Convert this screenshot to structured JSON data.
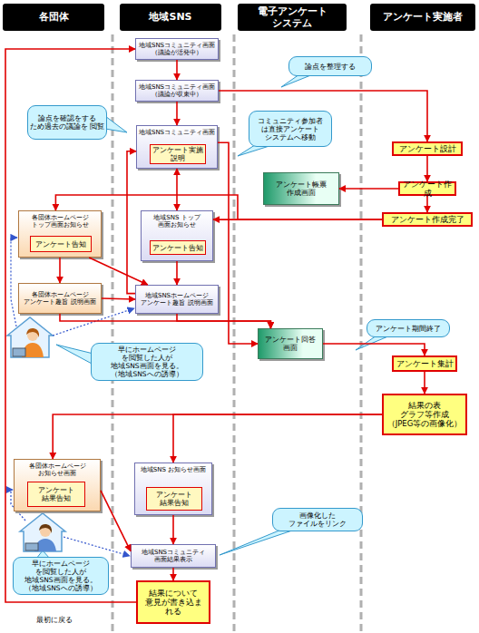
{
  "diagram": {
    "nodes": [
      {
        "text": [
          "各団体"
        ]
      },
      {
        "text": [
          "地域SNS"
        ]
      },
      {
        "text": [
          "電子アンケート システム"
        ]
      },
      {
        "text": [
          "アンケート実施者"
        ]
      },
      {
        "text": [
          "地域SNSコミュニティ画面 （議論が活発中）"
        ]
      },
      {
        "text": [
          "地域SNSコミュニティ画面 （議論が収束中）"
        ]
      },
      {
        "text": [
          "地域SNSコミュニティ画面"
        ]
      },
      {
        "text": [
          "アンケート実施 説明"
        ],
        "in": 6
      },
      {
        "text": [
          "アンケート設計"
        ]
      },
      {
        "text": [
          "アンケート帳票 作成画面"
        ]
      },
      {
        "text": [
          "アンケート作成"
        ]
      },
      {
        "text": [
          "アンケート作成完了"
        ]
      },
      {
        "text": [
          "各団体ホームページ トップ画面お知らせ"
        ]
      },
      {
        "text": [
          "アンケート告知"
        ],
        "in": 12
      },
      {
        "text": [
          "地域SNS トップ 画面お知らせ"
        ]
      },
      {
        "text": [
          "アンケート告知"
        ],
        "in": 14
      },
      {
        "text": [
          "各団体ホームページ アンケート趣旨 説明画面"
        ]
      },
      {
        "text": [
          "地域SNSホームページ アンケート趣旨 説明画面"
        ]
      },
      {
        "text": [
          "アンケート回答 画面"
        ]
      },
      {
        "text": [
          "アンケート集計"
        ]
      },
      {
        "text": [
          "結果の表 グラフ等作成 （JPEG等の画像化）"
        ]
      },
      {
        "text": [
          "各団体ホームページ お知らせ画面"
        ]
      },
      {
        "text": [
          "アンケート 結果告知"
        ],
        "in": 21
      },
      {
        "text": [
          "地域SNS お知らせ画面"
        ]
      },
      {
        "text": [
          "アンケート 結果告知"
        ],
        "in": 23
      },
      {
        "text": [
          "地域SNSコミュニティ 画面結果表示"
        ]
      },
      {
        "text": [
          "結果について 意見が書き込ま れる"
        ]
      },
      {
        "text": [
          "論点を整理する"
        ]
      },
      {
        "text": [
          "論点を確認をする ため過去の議論を 閲覧"
        ]
      },
      {
        "text": [
          "コミュニティ参加者 は直接アンケート システムへ移動"
        ]
      },
      {
        "text": [
          "アンケート期間終了"
        ]
      },
      {
        "text": [
          "早にホームページ を閲覧した人が 地域SNS画面を見る。 （地域SNSへの誘導）"
        ]
      },
      {
        "text": [
          "画像化した ファイルをリンク"
        ]
      },
      {
        "text": [
          "早にホームページ を閲覧した人が 地域SNS画面を見る。 （地域SNSへの誘導）"
        ]
      }
    ],
    "edges": [
      {
        "from": 4,
        "to": 5,
        "arrow": "to"
      },
      {
        "from": 5,
        "to": 8,
        "arrow": "to"
      },
      {
        "from": 5,
        "to": 6,
        "arrow": "to"
      },
      {
        "from": 17,
        "to": 6,
        "arrow": "to"
      },
      {
        "from": 6,
        "to": 14,
        "arrow": "both"
      },
      {
        "from": 6,
        "to": 18,
        "arrow": "to"
      },
      {
        "from": 8,
        "to": 10,
        "arrow": "to"
      },
      {
        "from": 10,
        "to": 9,
        "arrow": "to"
      },
      {
        "from": 10,
        "to": 11,
        "arrow": "to"
      },
      {
        "from": 11,
        "to": 12,
        "arrow": "to"
      },
      {
        "from": 11,
        "to": 14,
        "arrow": "to"
      },
      {
        "from": 12,
        "to": 16,
        "arrow": "to"
      },
      {
        "from": 12,
        "to": 17,
        "arrow": "to"
      },
      {
        "from": 14,
        "to": 17,
        "arrow": "to"
      },
      {
        "from": 16,
        "to": 17,
        "arrow": "to"
      },
      {
        "from": 16,
        "to": 18,
        "arrow": "to"
      },
      {
        "from": 17,
        "to": 18,
        "arrow": "to"
      },
      {
        "from": 18,
        "to": 19,
        "arrow": "to"
      },
      {
        "from": 19,
        "to": 20,
        "arrow": "to"
      },
      {
        "from": 20,
        "to": 21,
        "arrow": "to"
      },
      {
        "from": 20,
        "to": 23,
        "arrow": "to"
      },
      {
        "from": 21,
        "to": 25,
        "arrow": "to"
      },
      {
        "from": 23,
        "to": 25,
        "arrow": "to"
      },
      {
        "from": 25,
        "to": 26,
        "arrow": "to"
      },
      {
        "from": 26,
        "to": 4,
        "arrow": "to"
      }
    ],
    "labels": [
      "最初に戻る"
    ]
  }
}
